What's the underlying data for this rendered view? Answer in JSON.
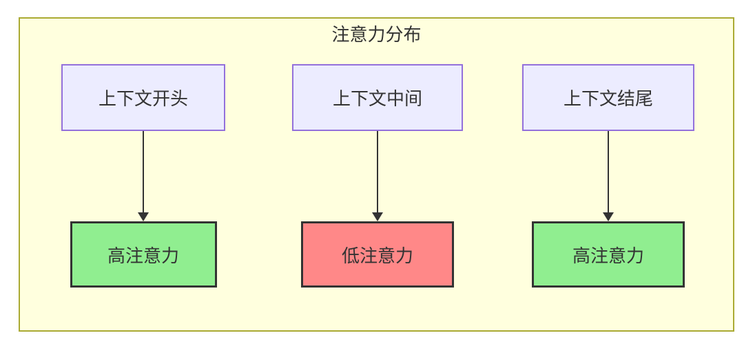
{
  "diagram": {
    "title": "注意力分布",
    "columns": [
      {
        "source": "上下文开头",
        "target": "高注意力",
        "level": "high"
      },
      {
        "source": "上下文中间",
        "target": "低注意力",
        "level": "low"
      },
      {
        "source": "上下文结尾",
        "target": "高注意力",
        "level": "high"
      }
    ],
    "colors": {
      "container_bg": "#ffffde",
      "container_border": "#aaaa33",
      "source_bg": "#ececff",
      "source_border": "#9370db",
      "high_bg": "#90ee90",
      "low_bg": "#ff8888",
      "result_border": "#333333",
      "arrow": "#333333",
      "text": "#333333"
    }
  }
}
